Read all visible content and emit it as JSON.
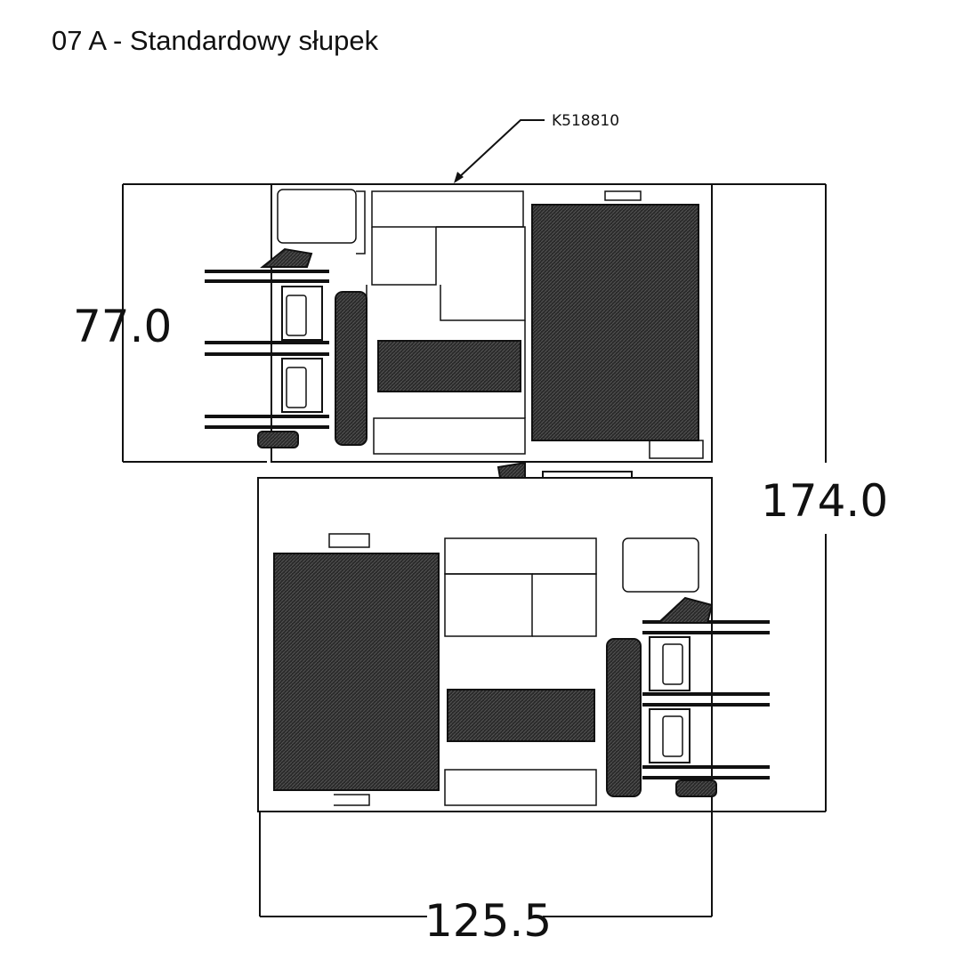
{
  "title": "07 A - Standardowy słupek",
  "labels": {
    "profile_code": "K518810"
  },
  "dimensions": {
    "height_upper": "77.0",
    "height_total": "174.0",
    "width": "125.5"
  }
}
